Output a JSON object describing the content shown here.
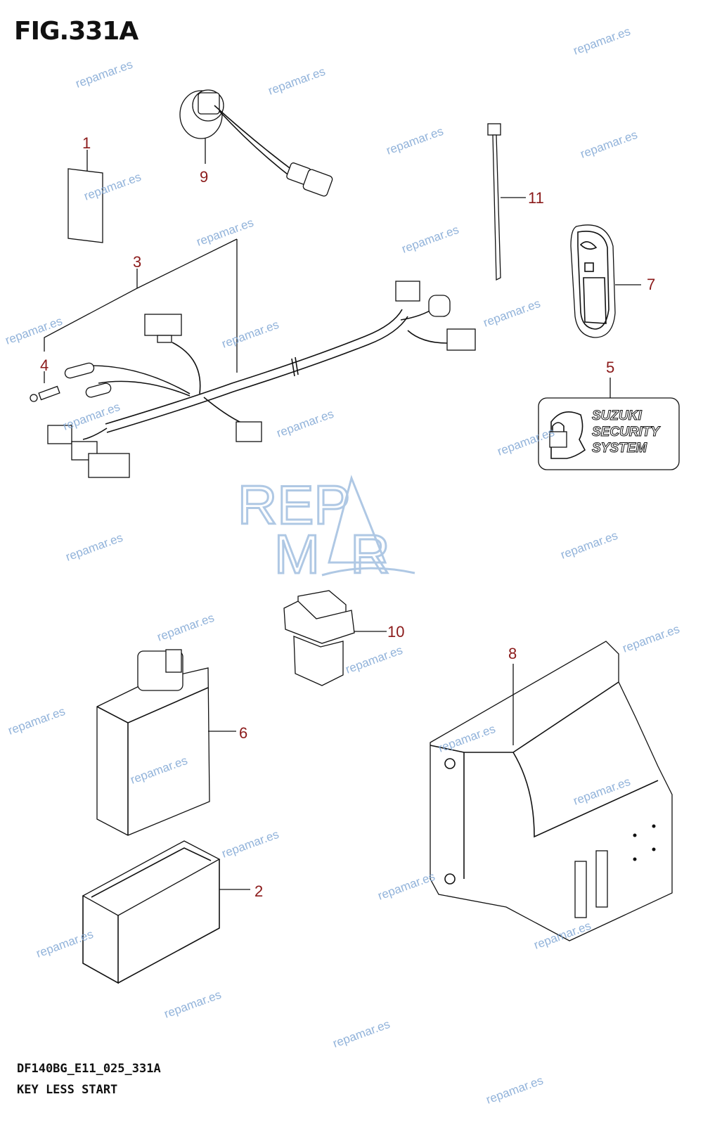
{
  "figure": {
    "title": "FIG.331A",
    "code": "DF140BG_E11_025_331A",
    "name": "KEY LESS START"
  },
  "callouts": [
    "1",
    "2",
    "3",
    "4",
    "5",
    "6",
    "7",
    "8",
    "9",
    "10",
    "11"
  ],
  "decal": {
    "line1": "SUZUKI",
    "line2": "SECURITY",
    "line3": "SYSTEM"
  },
  "watermark": {
    "text": "repamar.es",
    "logo_top": "REP",
    "logo_bottom": "M  R"
  },
  "colors": {
    "callout": "#8b1a1a",
    "watermark": "#7fa6d4",
    "line": "#111111"
  }
}
